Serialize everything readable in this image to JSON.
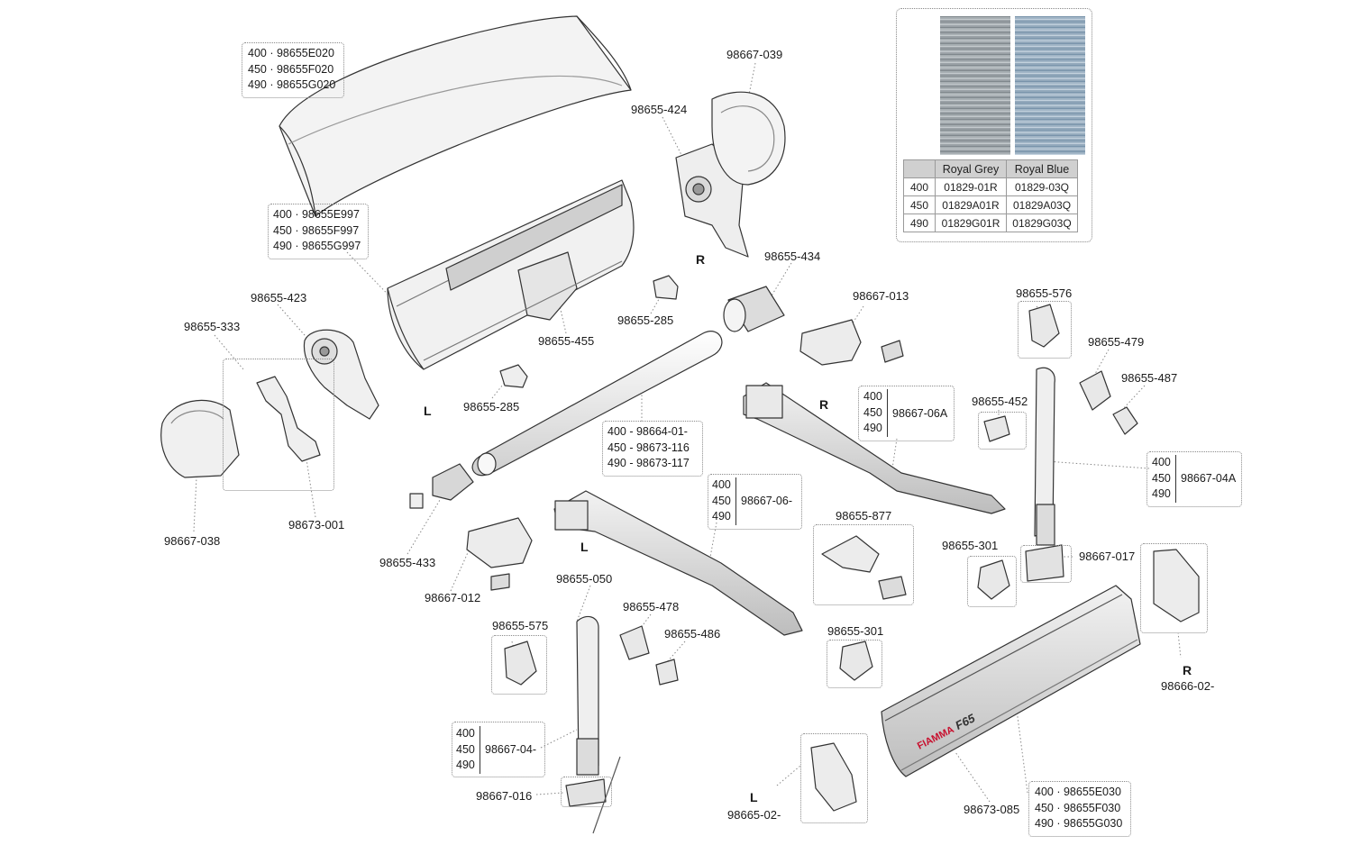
{
  "colors": {
    "ink": "#1a1a1a",
    "part_stroke": "#333333",
    "part_fill": "#f4f4f4",
    "part_shade": "#d6d6d6",
    "brand_red": "#c8102e",
    "swatch_grey": "#9aa4aa",
    "swatch_blue": "#8fa9bf"
  },
  "fabric": {
    "columns": [
      "Royal Grey",
      "Royal Blue"
    ],
    "rows": [
      {
        "size": "400",
        "grey": "01829-01R",
        "blue": "01829-03Q"
      },
      {
        "size": "450",
        "grey": "01829A01R",
        "blue": "01829A03Q"
      },
      {
        "size": "490",
        "grey": "01829G01R",
        "blue": "01829G03Q"
      }
    ]
  },
  "side_labels": {
    "right": "R",
    "left": "L"
  },
  "labels": {
    "p98667_039": "98667-039",
    "p98655_424": "98655-424",
    "p98655_434": "98655-434",
    "p98667_013": "98667-013",
    "p98655_576": "98655-576",
    "p98655_479": "98655-479",
    "p98655_487": "98655-487",
    "p98655_452": "98655-452",
    "p98655_423": "98655-423",
    "p98655_333": "98655-333",
    "p98655_455": "98655-455",
    "p98655_285a": "98655-285",
    "p98655_285b": "98655-285",
    "p98667_038": "98667-038",
    "p98673_001": "98673-001",
    "p98655_433": "98655-433",
    "p98667_012": "98667-012",
    "p98655_050": "98655-050",
    "p98655_575": "98655-575",
    "p98655_478": "98655-478",
    "p98655_486": "98655-486",
    "p98655_877": "98655-877",
    "p98655_301a": "98655-301",
    "p98655_301b": "98655-301",
    "p98667_017": "98667-017",
    "p98666_02": "98666-02-",
    "p98667_016": "98667-016",
    "p98665_02": "98665-02-",
    "p98673_085": "98673-085"
  },
  "multi": {
    "top_cover": [
      "400 · 98655E020",
      "450 · 98655F020",
      "490 · 98655G020"
    ],
    "case": [
      "400 · 98655E997",
      "450 · 98655F997",
      "490 · 98655G997"
    ],
    "roller": [
      "400 - 98664-01-",
      "450 - 98673-116",
      "490 - 98673-117"
    ],
    "front_bar": [
      "400 · 98655E030",
      "450 · 98655F030",
      "490 · 98655G030"
    ]
  },
  "arm_right": {
    "sizes": [
      "400",
      "450",
      "490"
    ],
    "code": "98667-06A"
  },
  "arm_left": {
    "sizes": [
      "400",
      "450",
      "490"
    ],
    "code": "98667-06-"
  },
  "leg_right": {
    "sizes": [
      "400",
      "450",
      "490"
    ],
    "code": "98667-04A"
  },
  "leg_left": {
    "sizes": [
      "400",
      "450",
      "490"
    ],
    "code": "98667-04-"
  },
  "brand": {
    "logo": "FIAMMA",
    "model": "F65"
  }
}
